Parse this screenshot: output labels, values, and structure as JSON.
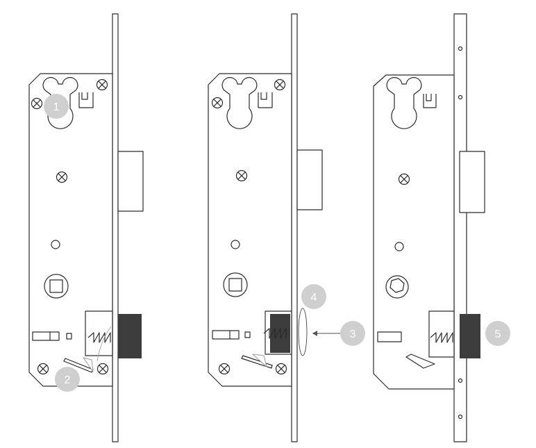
{
  "diagram": {
    "panels": [
      {
        "id": "panel-1"
      },
      {
        "id": "panel-2"
      },
      {
        "id": "panel-3"
      }
    ],
    "callouts": [
      {
        "label": "1"
      },
      {
        "label": "2"
      },
      {
        "label": "3"
      },
      {
        "label": "4"
      },
      {
        "label": "5"
      }
    ],
    "colors": {
      "line": "#2a2a2a",
      "faded_line": "#999999",
      "latch_fill": "#3c3c3c",
      "badge": "#cfcfcf"
    }
  }
}
